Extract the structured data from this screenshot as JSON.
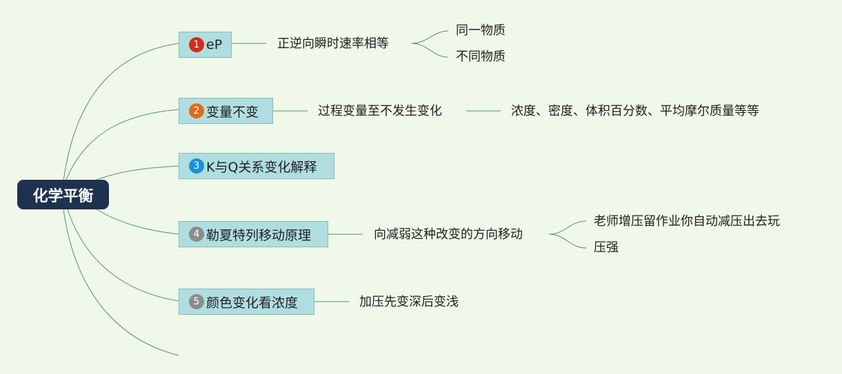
{
  "root": {
    "label": "化学平衡"
  },
  "branches": [
    {
      "number": "1",
      "badge_color": "#d42a1e",
      "label": "eP",
      "children": [
        {
          "label": "正逆向瞬时速率相等",
          "children": [
            {
              "label": "同一物质"
            },
            {
              "label": "不同物质"
            }
          ]
        }
      ]
    },
    {
      "number": "2",
      "badge_color": "#e06a1b",
      "label": "变量不变",
      "children": [
        {
          "label": "过程变量至不发生变化",
          "children": [
            {
              "label": "浓度、密度、体积百分数、平均摩尔质量等等"
            }
          ]
        }
      ]
    },
    {
      "number": "3",
      "badge_color": "#1b8fd9",
      "label": "K与Q关系变化解释",
      "children": []
    },
    {
      "number": "4",
      "badge_color": "#8c8c8c",
      "label": "勒夏特列移动原理",
      "children": [
        {
          "label": "向减弱这种改变的方向移动",
          "children": [
            {
              "label": "老师增压留作业你自动减压出去玩"
            },
            {
              "label": "压强"
            }
          ]
        }
      ]
    },
    {
      "number": "5",
      "badge_color": "#8c8c8c",
      "label": "颜色变化看浓度",
      "children": [
        {
          "label": "加压先变深后变浅",
          "children": []
        }
      ]
    }
  ],
  "colors": {
    "background": "#eff8e9",
    "root": "#1e3250",
    "branch_fill": "#b0dee0",
    "connector": "#4e9080"
  }
}
